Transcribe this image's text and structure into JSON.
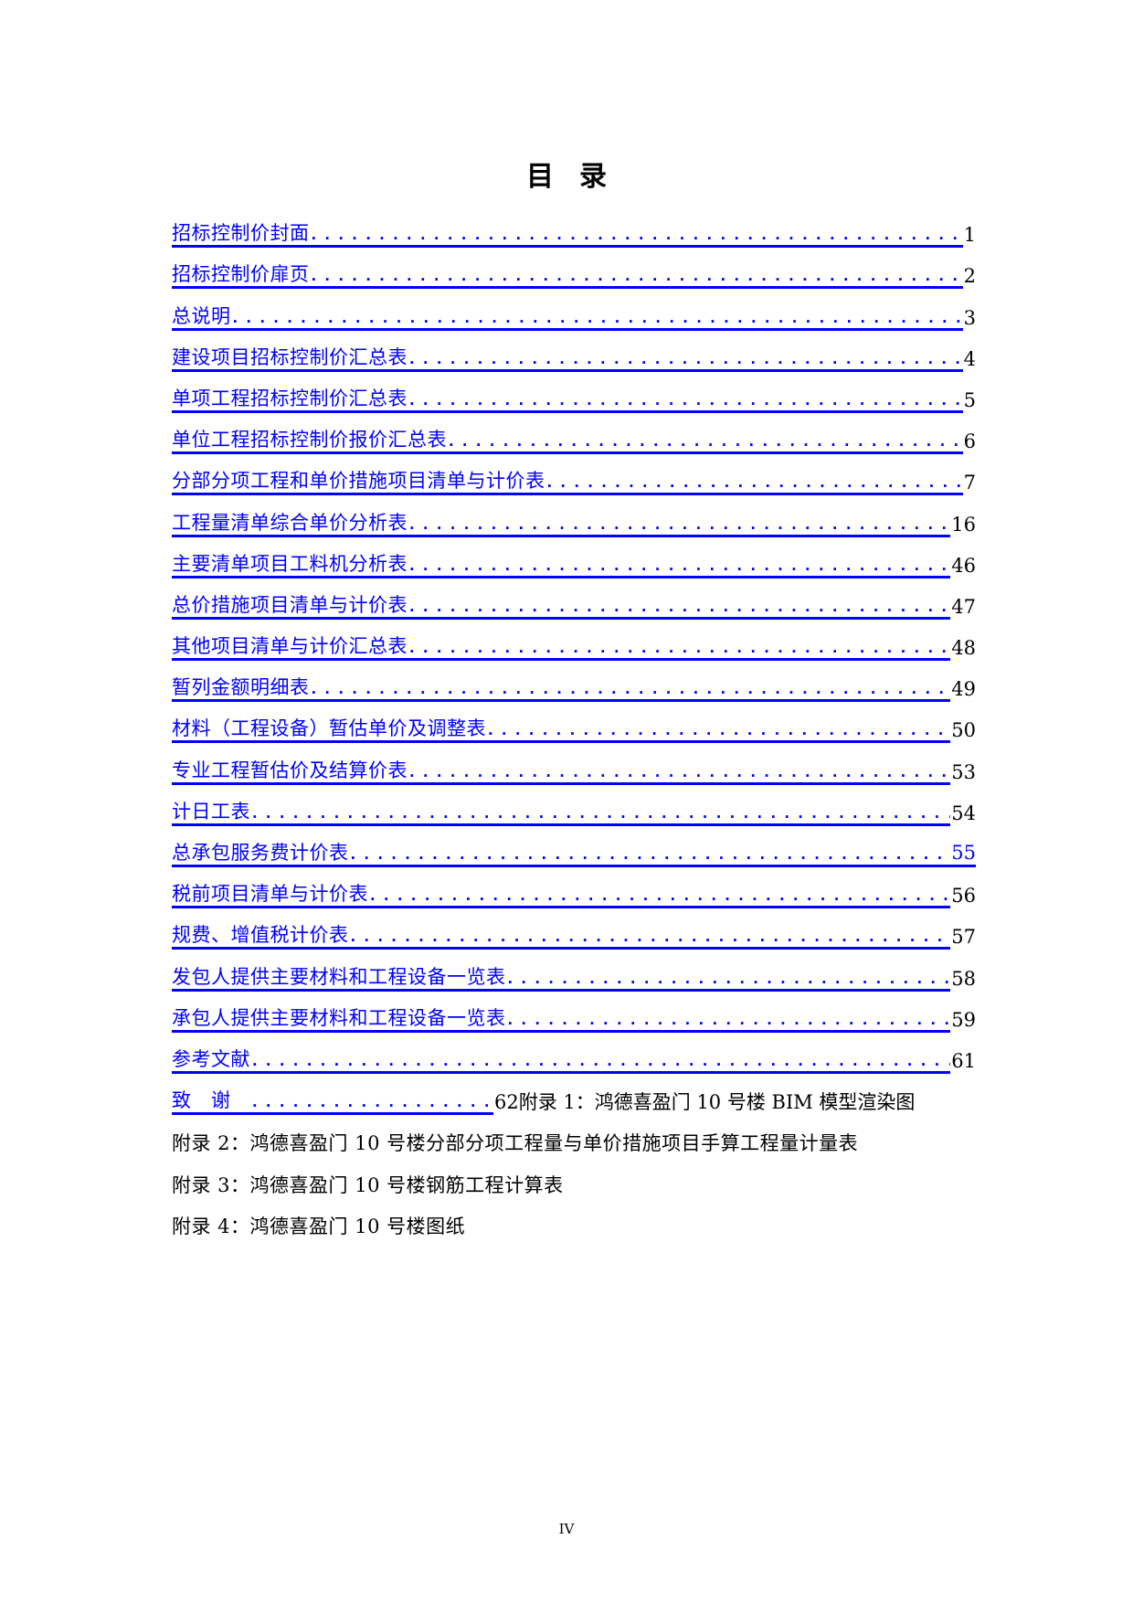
{
  "document": {
    "title": "目录",
    "footer_page": "IV",
    "link_color": "#0000ff",
    "text_color": "#000000"
  },
  "toc": {
    "leader_char": ".",
    "entries": [
      {
        "label": "招标控制价封面",
        "page": "1",
        "page_linked": false
      },
      {
        "label": "招标控制价扉页",
        "page": "2",
        "page_linked": false
      },
      {
        "label": "总说明",
        "page": "3",
        "page_linked": false
      },
      {
        "label": "建设项目招标控制价汇总表",
        "page": "4",
        "page_linked": false
      },
      {
        "label": "单项工程招标控制价汇总表",
        "page": "5",
        "page_linked": false
      },
      {
        "label": "单位工程招标控制价报价汇总表",
        "page": "6",
        "page_linked": false
      },
      {
        "label": "分部分项工程和单价措施项目清单与计价表",
        "page": "7",
        "page_linked": false
      },
      {
        "label": "工程量清单综合单价分析表",
        "page": "16",
        "page_linked": false
      },
      {
        "label": "主要清单项目工料机分析表",
        "page": "46",
        "page_linked": false
      },
      {
        "label": "总价措施项目清单与计价表",
        "page": "47",
        "page_linked": false
      },
      {
        "label": "其他项目清单与计价汇总表",
        "page": "48",
        "page_linked": false
      },
      {
        "label": "暂列金额明细表",
        "page": "49",
        "page_linked": false
      },
      {
        "label": "材料（工程设备）暂估单价及调整表",
        "page": "50",
        "page_linked": false
      },
      {
        "label": "专业工程暂估价及结算价表",
        "page": "53",
        "page_linked": false
      },
      {
        "label": "计日工表",
        "page": "54",
        "page_linked": false
      },
      {
        "label": "总承包服务费计价表",
        "page": "55",
        "page_linked": true
      },
      {
        "label": "税前项目清单与计价表",
        "page": "56",
        "page_linked": false
      },
      {
        "label": "规费、增值税计价表",
        "page": "57",
        "page_linked": false
      },
      {
        "label": "发包人提供主要材料和工程设备一览表",
        "page": "58",
        "page_linked": false
      },
      {
        "label": "承包人提供主要材料和工程设备一览表",
        "page": "59",
        "page_linked": false
      },
      {
        "label": "参考文献",
        "page": "61",
        "page_linked": false
      }
    ],
    "acknowledgement": {
      "label": "致谢",
      "page": "62",
      "trailing_text": "附录 1：鸿德喜盈门 10 号楼 BIM 模型渲染图"
    }
  },
  "appendices": [
    {
      "text": "附录 2：鸿德喜盈门 10 号楼分部分项工程量与单价措施项目手算工程量计量表"
    },
    {
      "text": "附录 3：鸿德喜盈门 10 号楼钢筋工程计算表"
    },
    {
      "text": "附录 4：鸿德喜盈门 10 号楼图纸"
    }
  ]
}
